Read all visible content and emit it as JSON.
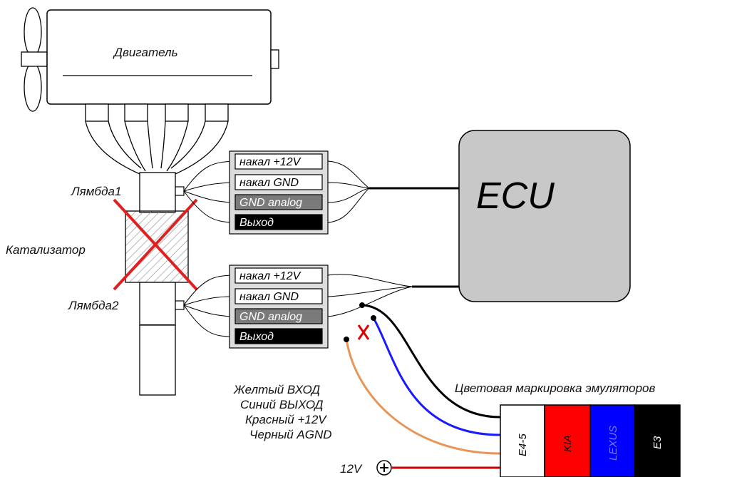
{
  "engine": {
    "label": "Двигатель"
  },
  "ecu": {
    "label": "ECU"
  },
  "sensors": {
    "lambda1": "Лямбда1",
    "lambda2": "Лямбда2",
    "catalyst": "Катализатор"
  },
  "connector_pins": [
    "накал +12V",
    "накал GND",
    "GND analog",
    "Выход"
  ],
  "wire_legend": [
    "Желтый ВХОД",
    "Синий ВЫХОД",
    "Красный +12V",
    "Черный AGND"
  ],
  "emulators": {
    "title": "Цветовая маркировка эмуляторов",
    "items": [
      {
        "label": "E4-5",
        "color": "#ffffff"
      },
      {
        "label": "KIA",
        "color": "#ff0000"
      },
      {
        "label": "LEXUS",
        "color": "#0000ff"
      },
      {
        "label": "E3",
        "color": "#000000"
      }
    ]
  },
  "power": {
    "label": "12V"
  },
  "colors": {
    "ecu_fill": "#c8c8c8",
    "pin_gray": "#7a7a7a",
    "pin_black": "#000000",
    "wire_orange": "#e8955a",
    "wire_blue": "#1a1aff",
    "wire_black": "#000000",
    "wire_red": "#cc0000",
    "cut_mark": "#e00000"
  }
}
